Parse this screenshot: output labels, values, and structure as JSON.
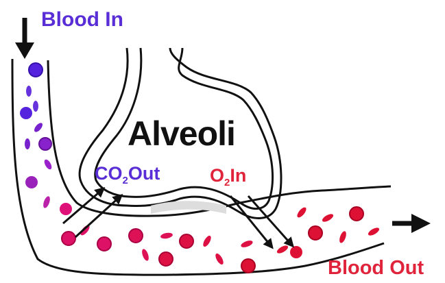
{
  "title": "Alveoli",
  "labels": {
    "blood_in": "Blood In",
    "co2_main": "CO",
    "co2_sub": "2",
    "co2_tail": "Out",
    "o2_main": "O",
    "o2_sub": "2",
    "o2_tail": "In",
    "blood_out": "Blood Out"
  },
  "colors": {
    "deoxygenated": "#5522dd",
    "oxygenated": "#dd1144",
    "blood_in_text": "#5a2ed6",
    "co2_text": "#5a2ed6",
    "o2_text": "#e0243c",
    "blood_out_text": "#e0243c",
    "outline": "#111111"
  }
}
